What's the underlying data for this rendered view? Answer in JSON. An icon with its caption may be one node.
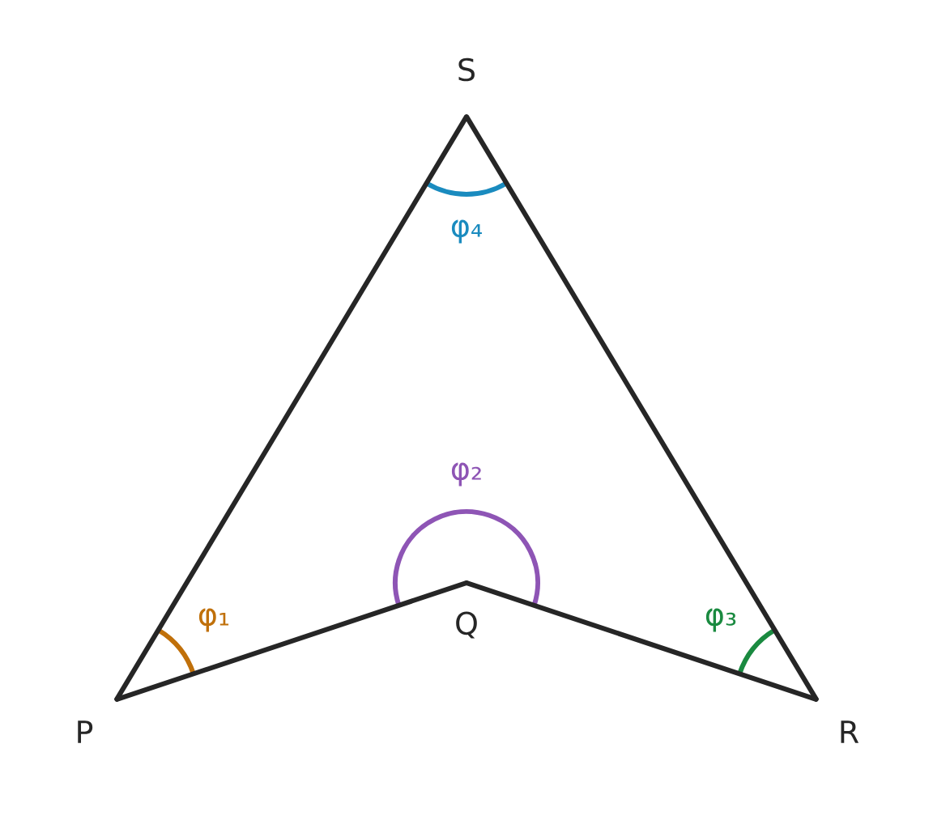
{
  "diagram": {
    "nodes": [
      {
        "text": [
          "S"
        ]
      },
      {
        "text": [
          "P"
        ]
      },
      {
        "text": [
          "Q"
        ]
      },
      {
        "text": [
          "R"
        ]
      }
    ],
    "edges": [
      {
        "from": 1,
        "to": 0,
        "arrow": "none"
      },
      {
        "from": 0,
        "to": 3,
        "arrow": "none"
      },
      {
        "from": 3,
        "to": 2,
        "arrow": "none"
      },
      {
        "from": 2,
        "to": 1,
        "arrow": "none"
      }
    ],
    "labels": [
      "φ₄",
      "φ₂",
      "φ₁",
      "φ₃"
    ]
  }
}
